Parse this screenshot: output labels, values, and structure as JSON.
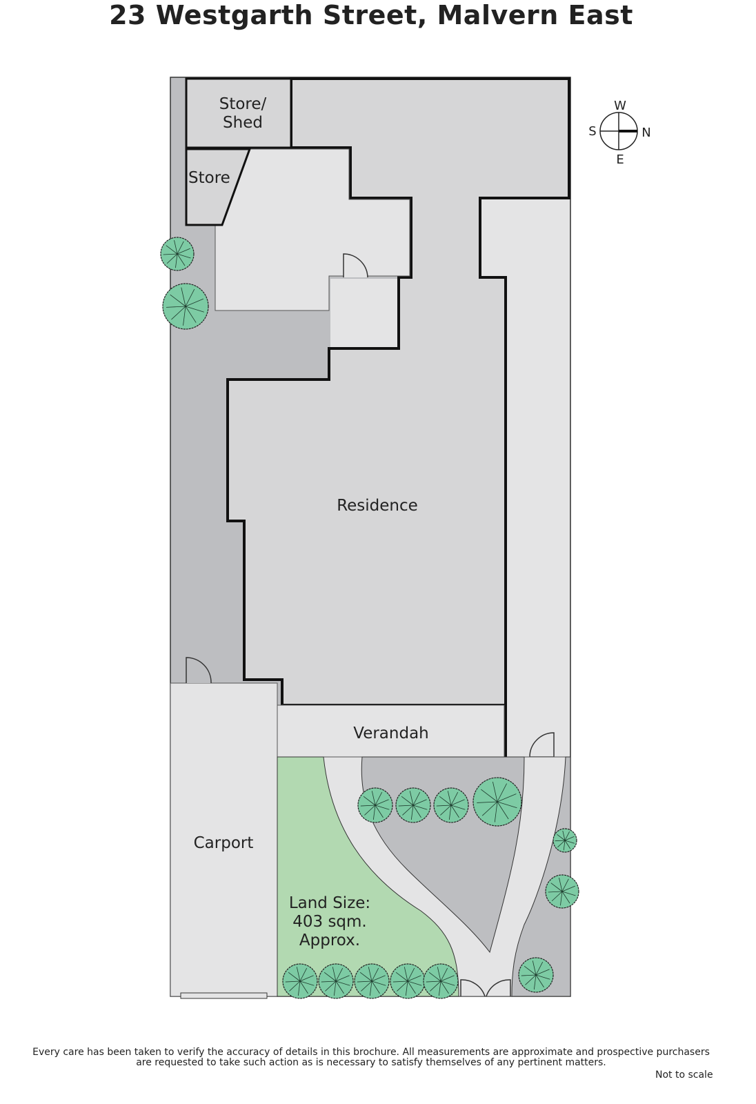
{
  "title": "23 Westgarth Street, Malvern East",
  "rooms": {
    "store_shed_1": "Store/",
    "store_shed_2": "Shed",
    "store": "Store",
    "residence": "Residence",
    "verandah": "Verandah",
    "carport": "Carport",
    "land_1": "Land Size:",
    "land_2": "403 sqm.",
    "land_3": "Approx."
  },
  "compass": {
    "n": "N",
    "s": "S",
    "e": "E",
    "w": "W"
  },
  "footer": {
    "line1": "Every care has been taken to verify the accuracy of details in this brochure.  All measurements are approximate and prospective purchasers",
    "line2": "are requested to take such action as is necessary to satisfy themselves of any pertinent matters.",
    "not_to_scale": "Not to scale"
  },
  "colors": {
    "light": "#e4e4e5",
    "mid": "#d6d6d7",
    "dark": "#bdbec1",
    "lawn": "#b2d9b1",
    "tree": "#7dcba4"
  }
}
